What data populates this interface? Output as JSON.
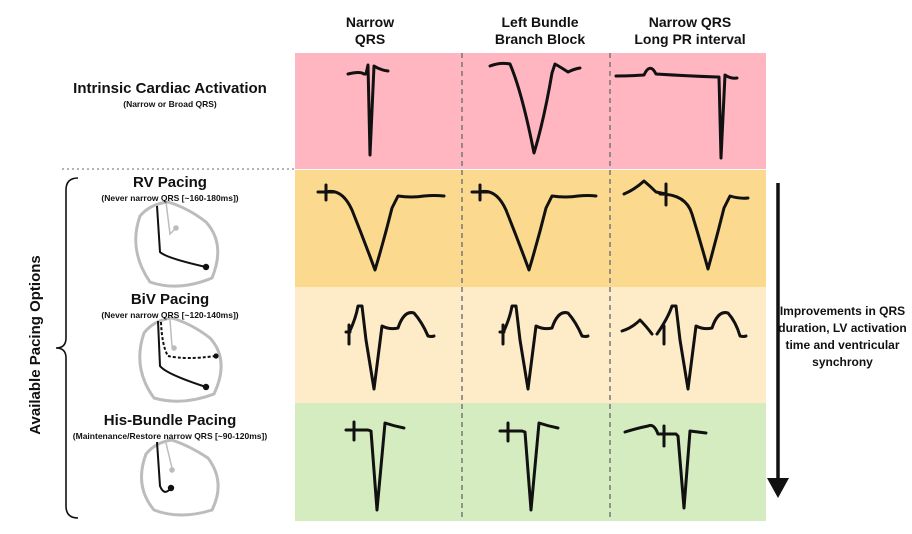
{
  "columns": [
    {
      "label": "Narrow\nQRS"
    },
    {
      "label": "Left Bundle\nBranch Block"
    },
    {
      "label": "Narrow QRS\nLong PR interval"
    }
  ],
  "rows": [
    {
      "title": "Intrinsic Cardiac Activation",
      "subtitle": "(Narrow or Broad QRS)",
      "color": "#ffb6c1"
    },
    {
      "title": "RV Pacing",
      "subtitle": "(Never narrow QRS [~160-180ms])",
      "color": "#fbd98f"
    },
    {
      "title": "BiV Pacing",
      "subtitle": "(Never narrow QRS [~120-140ms])",
      "color": "#fdecc7"
    },
    {
      "title": "His-Bundle Pacing",
      "subtitle": "(Maintenance/Restore narrow QRS [~90-120ms])",
      "color": "#d4ecbf"
    }
  ],
  "group_label": "Available Pacing Options",
  "arrow_text": "Improvements in QRS duration, LV activation time and ventricular synchrony",
  "icons": [
    "heart-rv-lead-icon",
    "heart-biv-lead-icon",
    "heart-his-lead-icon"
  ]
}
